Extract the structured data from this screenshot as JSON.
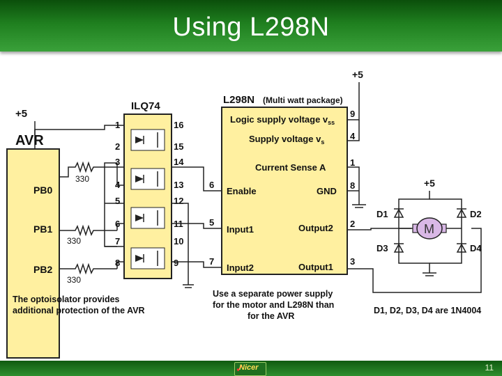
{
  "slide": {
    "title": "Using L298N",
    "page_number": "11",
    "logo_text": "Nicer",
    "colors": {
      "header": "#1f7f1f",
      "chip": "#fff0a0",
      "motor": "#d9b8e6"
    }
  },
  "diagram": {
    "avr": {
      "label": "AVR",
      "supply": "+5",
      "pins": [
        "PB0",
        "PB1",
        "PB2"
      ],
      "resistor": "330"
    },
    "opto": {
      "label": "ILQ74",
      "left_pins": [
        "1",
        "2",
        "3",
        "4",
        "5",
        "6",
        "7",
        "8"
      ],
      "right_pins": [
        "16",
        "15",
        "14",
        "13",
        "12",
        "11",
        "10",
        "9"
      ]
    },
    "l298": {
      "label": "L298N",
      "sublabel": "(Multi watt package)",
      "supply": "+5",
      "logic_supply": "Logic supply voltage v",
      "logic_sub": "ss",
      "supply_voltage": "Supply voltage v",
      "supply_sub": "s",
      "current_sense": "Current Sense A",
      "enable": "Enable",
      "gnd": "GND",
      "input1": "Input1",
      "output2": "Output2",
      "input2": "Input2",
      "output1": "Output1",
      "right_pins": [
        "9",
        "4",
        "1",
        "8",
        "2",
        "3"
      ],
      "left_pins": [
        "6",
        "5",
        "7"
      ]
    },
    "bridge": {
      "supply": "+5",
      "diodes": [
        "D1",
        "D2",
        "D3",
        "D4"
      ],
      "motor": "M"
    },
    "notes": {
      "opto_line1": "The optoisolator provides",
      "opto_line2": "additional protection of the AVR",
      "power_line1": "Use a separate power supply",
      "power_line2": "for the motor and L298N than",
      "power_line3": "for the AVR",
      "diode_note": "D1, D2, D3, D4 are 1N4004"
    }
  }
}
